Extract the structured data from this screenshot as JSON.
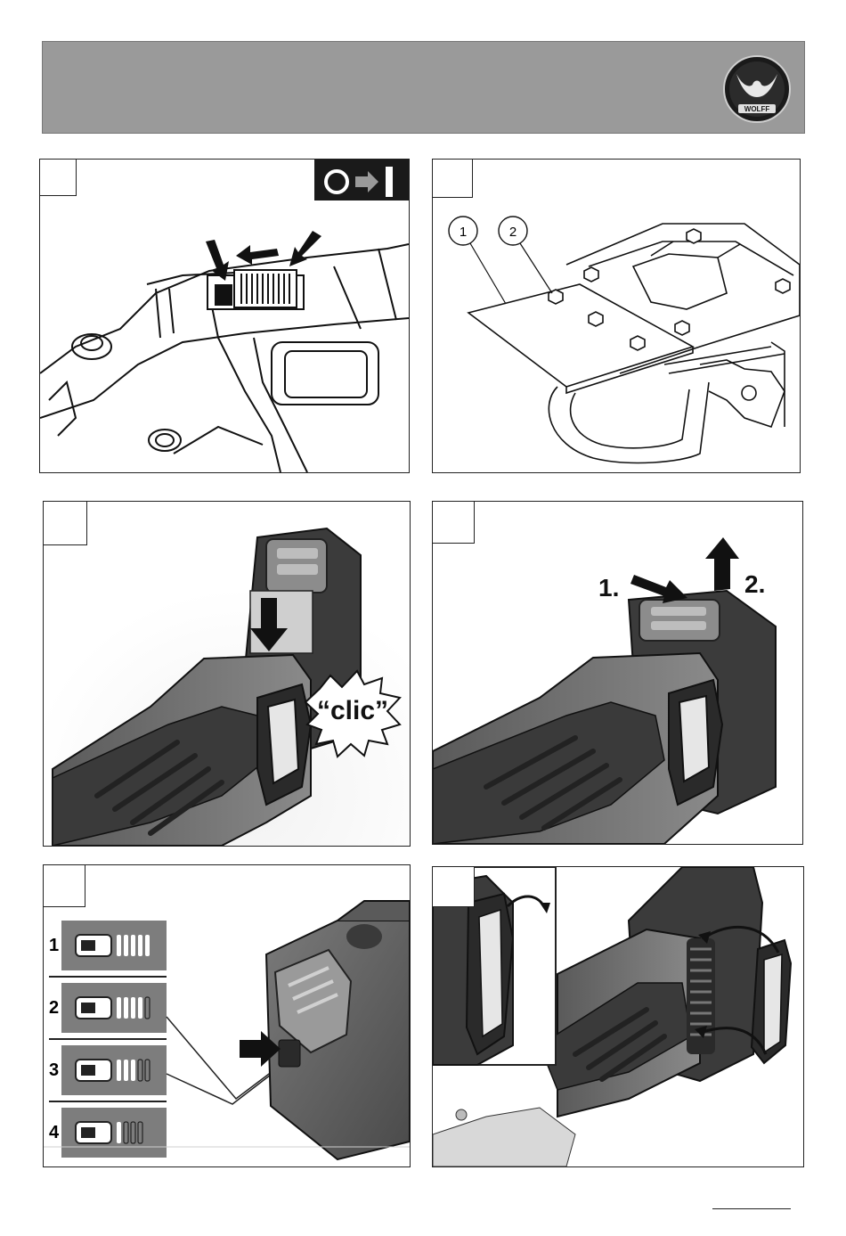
{
  "header": {
    "logo_text": "WOLFF"
  },
  "panels": {
    "p1": {
      "on_off_symbol": "O→I"
    },
    "p2": {
      "callouts": [
        "1",
        "2"
      ]
    },
    "p3": {
      "sound_text": "“clic”"
    },
    "p4": {
      "step1": "1.",
      "step2": "2."
    },
    "p5": {
      "levels": [
        "1",
        "2",
        "3",
        "4"
      ]
    },
    "p6": {}
  },
  "colors": {
    "header_bg": "#9a9a9a",
    "tool_dark": "#3a3a3a",
    "tool_mid": "#8a8a8a"
  }
}
